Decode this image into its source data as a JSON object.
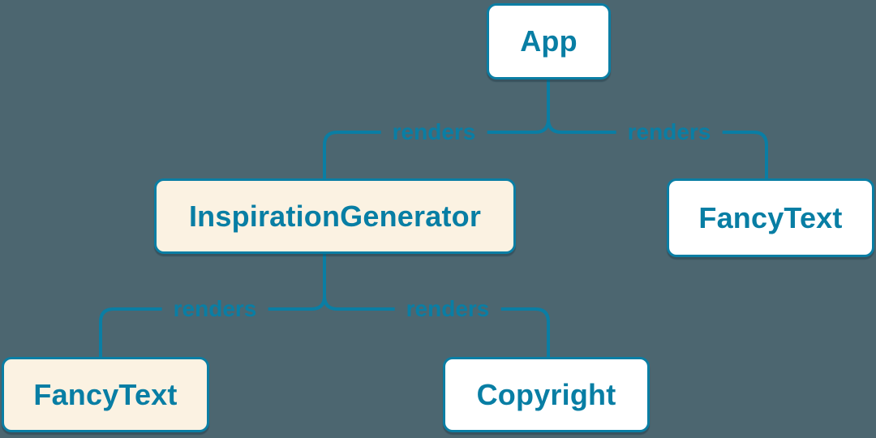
{
  "diagram": {
    "type": "component-render-tree",
    "nodes": [
      {
        "id": "app",
        "label": "App",
        "fill": "white",
        "highlighted": false
      },
      {
        "id": "inspiration-generator",
        "label": "InspirationGenerator",
        "fill": "cream",
        "highlighted": true
      },
      {
        "id": "fancy-text-right",
        "label": "FancyText",
        "fill": "white",
        "highlighted": false
      },
      {
        "id": "fancy-text-left",
        "label": "FancyText",
        "fill": "cream",
        "highlighted": true
      },
      {
        "id": "copyright",
        "label": "Copyright",
        "fill": "white",
        "highlighted": false
      }
    ],
    "edges": [
      {
        "from": "App",
        "to": "InspirationGenerator",
        "label": "renders"
      },
      {
        "from": "App",
        "to": "FancyText",
        "label": "renders"
      },
      {
        "from": "InspirationGenerator",
        "to": "FancyText",
        "label": "renders"
      },
      {
        "from": "InspirationGenerator",
        "to": "Copyright",
        "label": "renders"
      }
    ],
    "colors": {
      "background": "#4c6670",
      "accent_blue": "#0a7ea4",
      "node_text": "#087ea4",
      "node_fill_white": "#ffffff",
      "node_fill_cream": "#fbf2e2"
    }
  }
}
